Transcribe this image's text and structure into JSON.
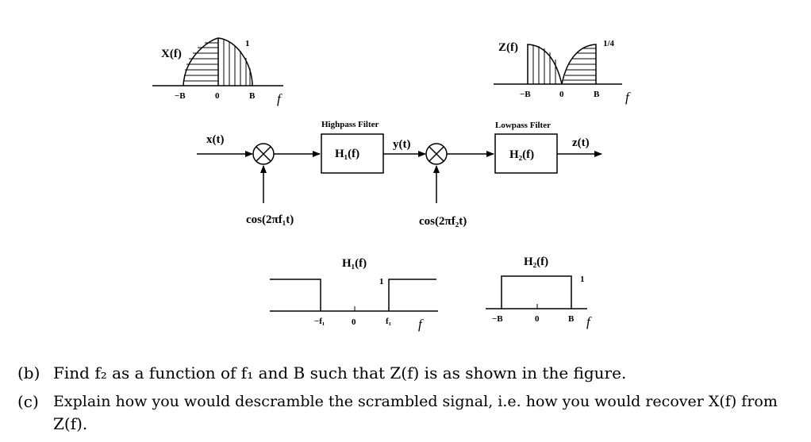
{
  "spectra": {
    "x_title": "X(f)",
    "x_peak": "1",
    "x_neg_b": "−B",
    "x_zero": "0",
    "x_b": "B",
    "x_axis": "f",
    "z_title": "Z(f)",
    "z_peak": "1/4",
    "z_neg_b": "−B",
    "z_zero": "0",
    "z_b": "B",
    "z_axis": "f"
  },
  "block_diagram": {
    "input": "x(t)",
    "highpass_title": "Highpass Filter",
    "highpass_box": "H₁(f)",
    "mid_signal": "y(t)",
    "lowpass_title": "Lowpass Filter",
    "lowpass_box": "H₂(f)",
    "output": "z(t)",
    "mixer1_input": "cos(2πf₁t)",
    "mixer2_input": "cos(2πf₂t)"
  },
  "filters": {
    "h1_title": "H₁(f)",
    "h1_one": "1",
    "h1_neg_f1": "−f₁",
    "h1_zero": "0",
    "h1_f1": "f₁",
    "h1_axis": "f",
    "h2_title": "H₂(f)",
    "h2_one": "1",
    "h2_neg_b": "−B",
    "h2_zero": "0",
    "h2_b": "B",
    "h2_axis": "f"
  },
  "questions": {
    "b_label": "(b)",
    "b_text": "Find f₂ as a function of f₁ and B such that Z(f) is as shown in the figure.",
    "c_label": "(c)",
    "c_text_line1": "Explain how you would descramble the scrambled signal, i.e. how you would recover X(f) from",
    "c_text_line2": "Z(f)."
  }
}
